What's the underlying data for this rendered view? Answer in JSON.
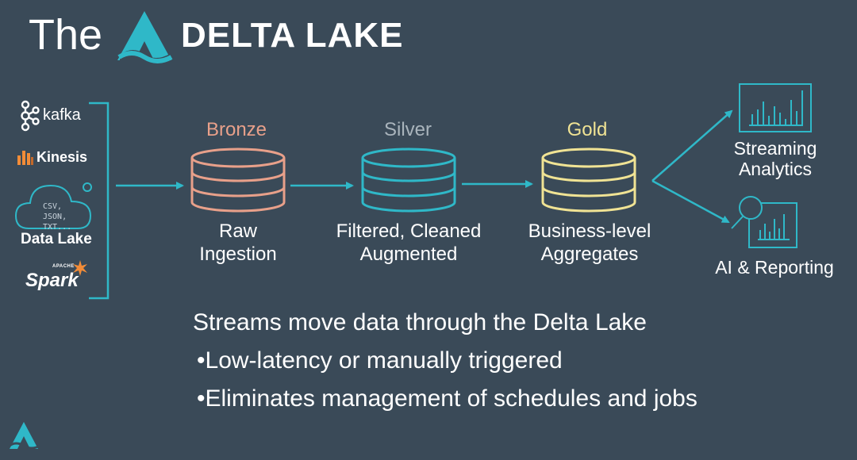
{
  "title": {
    "prefix": "The",
    "brand": "DELTA LAKE"
  },
  "sources": {
    "kafka": "kafka",
    "kinesis": "Kinesis",
    "files": "CSV,\nJSON,\nTXT...",
    "data_lake": "Data Lake",
    "spark_small": "APACHE",
    "spark": "Spark"
  },
  "stages": [
    {
      "name": "Bronze",
      "desc1": "Raw",
      "desc2": "Ingestion",
      "color": "#e8a08a"
    },
    {
      "name": "Silver",
      "desc1": "Filtered, Cleaned",
      "desc2": "Augmented",
      "color": "#2fb8c8"
    },
    {
      "name": "Gold",
      "desc1": "Business-level",
      "desc2": "Aggregates",
      "color": "#f0e394"
    }
  ],
  "outputs": {
    "streaming_line1": "Streaming",
    "streaming_line2": "Analytics",
    "ai": "AI & Reporting"
  },
  "colors": {
    "background": "#3a4a58",
    "accent": "#2fb8c8",
    "silver_label": "#a9b4bc",
    "kinesis": "#f28c38",
    "spark": "#f28c38"
  },
  "bullets": {
    "heading": "Streams move data through the Delta Lake",
    "item1": "•Low-latency or manually triggered",
    "item2": "•Eliminates management of schedules and  jobs"
  }
}
